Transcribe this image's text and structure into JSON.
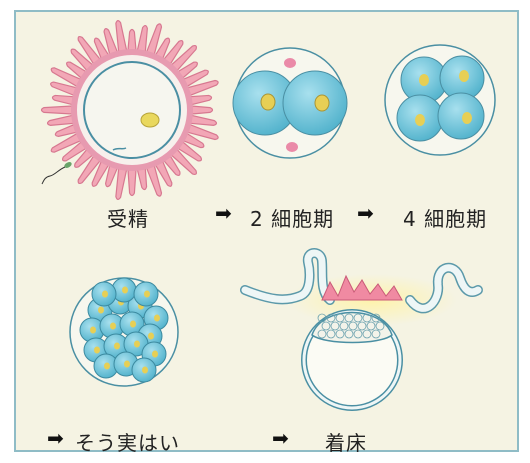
{
  "stages": {
    "fertilization": "受精",
    "two_cell": "2 細胞期",
    "four_cell": "4 細胞期",
    "morula": "そう実はい",
    "implantation": "着床"
  },
  "arrow_glyph": "➡",
  "colors": {
    "panel_bg": "#f5f3e3",
    "panel_border": "#8fbcc6",
    "cell_blue": "#6ec3d8",
    "nucleus_yellow": "#e7cf55",
    "corona_pink": "#f2a7b6",
    "membrane_outline": "#4a8fa3"
  }
}
